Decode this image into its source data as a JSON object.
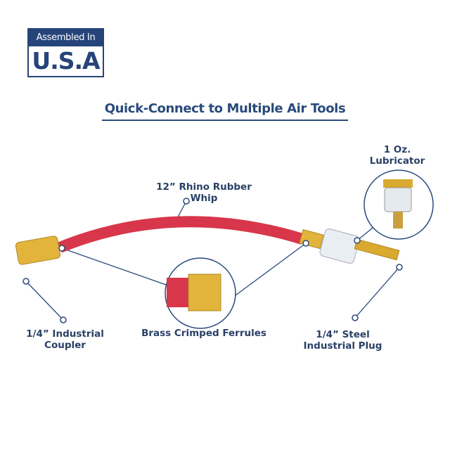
{
  "badge": {
    "top": "Assembled In",
    "bottom": "U.S.A"
  },
  "title": "Quick-Connect to Multiple Air Tools",
  "labels": {
    "lubricator_1": "1 Oz.",
    "lubricator_2": "Lubricator",
    "whip_1": "12” Rhino Rubber",
    "whip_2": "Whip",
    "coupler_1": "1/4” Industrial",
    "coupler_2": "Coupler",
    "ferrules": "Brass Crimped Ferrules",
    "plug_1": "1/4” Steel",
    "plug_2": "Industrial Plug"
  },
  "colors": {
    "navy": "#26447a",
    "hose": "#d8364a",
    "brass": "#e2b43c"
  }
}
